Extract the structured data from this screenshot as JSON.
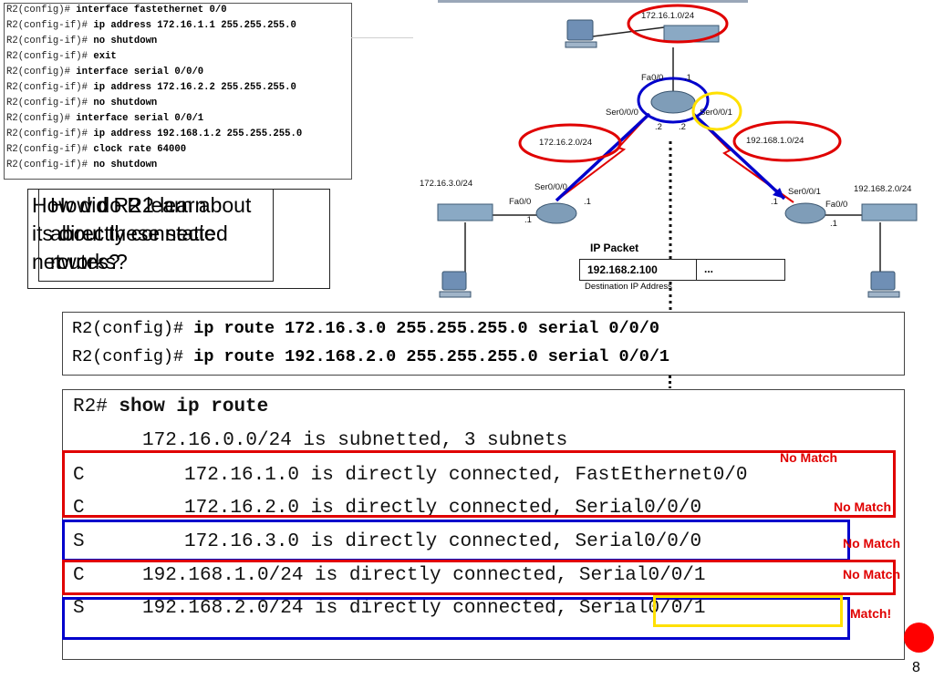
{
  "config_lines": [
    {
      "prompt": "R2(config)# ",
      "cmd": "interface fastethernet 0/0"
    },
    {
      "prompt": "R2(config-if)# ",
      "cmd": "ip address 172.16.1.1 255.255.255.0"
    },
    {
      "prompt": "R2(config-if)# ",
      "cmd": "no shutdown"
    },
    {
      "prompt": "R2(config-if)# ",
      "cmd": "exit"
    },
    {
      "prompt": "R2(config)# ",
      "cmd": "interface serial 0/0/0"
    },
    {
      "prompt": "R2(config-if)# ",
      "cmd": "ip address 172.16.2.2 255.255.255.0"
    },
    {
      "prompt": "R2(config-if)# ",
      "cmd": "no shutdown"
    },
    {
      "prompt": "R2(config)# ",
      "cmd": "interface serial 0/0/1"
    },
    {
      "prompt": "R2(config-if)# ",
      "cmd": "ip address 192.168.1.2 255.255.255.0"
    },
    {
      "prompt": "R2(config-if)# ",
      "cmd": "clock rate 64000"
    },
    {
      "prompt": "R2(config-if)# ",
      "cmd": "no shutdown"
    }
  ],
  "question": {
    "a_line1": "How did R2 learn about",
    "a_line2": "its directly connected",
    "a_line3": "networks?",
    "b_line1": "How do R2 learn",
    "b_line2": "about these static",
    "b_line3": "routes?"
  },
  "topology": {
    "net_top": "172.16.1.0/24",
    "net_left_link": "172.16.2.0/24",
    "net_right_link": "192.168.1.0/24",
    "net_left_lan": "172.16.3.0/24",
    "net_right_lan": "192.168.2.0/24",
    "r2_fa": "Fa0/0",
    "r2_fa_host": ".1",
    "r2_s000": "Ser0/0/0",
    "r2_s001": "Ser0/0/1",
    "r2_s000_host": ".2",
    "r2_s001_host": ".2",
    "r1_s000": "Ser0/0/0",
    "r1_s000_host": ".1",
    "r1_fa": "Fa0/0",
    "r1_fa_host": ".1",
    "r3_s001": "Ser0/0/1",
    "r3_s001_host": ".1",
    "r3_fa": "Fa0/0",
    "r3_fa_host": ".1"
  },
  "packet": {
    "title": "IP Packet",
    "dest_ip": "192.168.2.100",
    "rest": "...",
    "caption": "Destination IP Address"
  },
  "static_cmds": [
    {
      "prompt": "R2(config)# ",
      "cmd": "ip route 172.16.3.0 255.255.255.0 serial 0/0/0"
    },
    {
      "prompt": "R2(config)# ",
      "cmd": "ip route 192.168.2.0 255.255.255.0 serial 0/0/1"
    }
  ],
  "route_table": {
    "prompt": "R2# ",
    "cmd": "show ip route",
    "subnet_line": "172.16.0.0/24 is subnetted, 3 subnets",
    "rows": [
      {
        "code": "C",
        "text": "172.16.1.0 is directly connected, FastEthernet0/0"
      },
      {
        "code": "C",
        "text": "172.16.2.0 is directly connected, Serial0/0/0"
      },
      {
        "code": "S",
        "text": "172.16.3.0 is directly connected, Serial0/0/0"
      },
      {
        "code": "C",
        "text": "192.168.1.0/24 is directly connected, Serial0/0/1"
      },
      {
        "code": "S",
        "text": "192.168.2.0/24 is directly connected, Serial0/0/1"
      }
    ]
  },
  "match_labels": [
    "No Match",
    "No Match",
    "No Match",
    "No Match",
    "Match!"
  ],
  "slide_number": "8",
  "colors": {
    "red": "#e00000",
    "blue": "#0000cc",
    "yellow": "#ffe000",
    "accent_dot": "#ff0000"
  }
}
